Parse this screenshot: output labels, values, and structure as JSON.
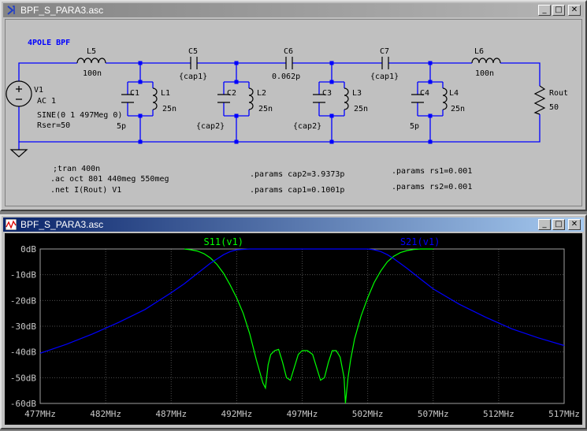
{
  "schematic_window": {
    "title": "BPF_S_PARA3.asc",
    "controls": {
      "minimize": "_",
      "maximize": "□",
      "close": "✕"
    },
    "title_label": "4POLE BPF",
    "components": {
      "L5": {
        "name": "L5",
        "value": "100n"
      },
      "C5": {
        "name": "C5",
        "value": "{cap1}"
      },
      "C6": {
        "name": "C6",
        "value": "0.062p"
      },
      "C7": {
        "name": "C7",
        "value": "{cap1}"
      },
      "L6": {
        "name": "L6",
        "value": "100n"
      },
      "C1": {
        "name": "C1",
        "value": "5p"
      },
      "L1": {
        "name": "L1",
        "value": "25n"
      },
      "C2": {
        "name": "C2",
        "value": "{cap2}"
      },
      "L2": {
        "name": "L2",
        "value": "25n"
      },
      "C3": {
        "name": "C3",
        "value": "{cap2}"
      },
      "L3": {
        "name": "L3",
        "value": "25n"
      },
      "C4": {
        "name": "C4",
        "value": "5p"
      },
      "L4": {
        "name": "L4",
        "value": "25n"
      },
      "Rout": {
        "name": "Rout",
        "value": "50"
      },
      "V1": {
        "name": "V1",
        "line1": "AC 1",
        "line2": "SINE(0 1 497Meg 0)",
        "line3": "Rser=50"
      }
    },
    "directives": {
      "tran": ";tran 400n",
      "ac": ".ac oct 801 440meg 550meg",
      "net": ".net I(Rout) V1",
      "cap2": ".params cap2=3.9373p",
      "cap1": ".params cap1=0.1001p",
      "rs1": ".params rs1=0.001",
      "rs2": ".params rs2=0.001"
    },
    "colors": {
      "wire": "#0000ff",
      "component": "#000000",
      "node": "#0000ff",
      "label": "#000000"
    }
  },
  "plot_window": {
    "title": "BPF_S_PARA3.asc",
    "controls": {
      "minimize": "_",
      "maximize": "□",
      "close": "✕"
    },
    "colors": {
      "background": "#000000",
      "grid": "#4d4d4d",
      "frame": "#a0a0a0",
      "ticklabel": "#c8c8c8",
      "s11": "#00ff00",
      "s21": "#0000ff"
    }
  },
  "chart_data": {
    "type": "line",
    "xlabel": "",
    "ylabel": "",
    "xlim": [
      477,
      517
    ],
    "ylim": [
      -60,
      0
    ],
    "x_ticks": [
      "477MHz",
      "482MHz",
      "487MHz",
      "492MHz",
      "497MHz",
      "502MHz",
      "507MHz",
      "512MHz",
      "517MHz"
    ],
    "y_ticks": [
      "0dB",
      "-10dB",
      "-20dB",
      "-30dB",
      "-40dB",
      "-50dB",
      "-60dB"
    ],
    "grid": true,
    "legend_placement": "top",
    "series": [
      {
        "name": "S11(v1)",
        "x": [
          488.0,
          488.5,
          489.0,
          489.5,
          490.0,
          490.5,
          491.0,
          491.5,
          492.0,
          492.5,
          493.0,
          493.5,
          494.0,
          494.2,
          494.4,
          494.6,
          494.9,
          495.2,
          495.5,
          495.8,
          496.1,
          496.4,
          496.7,
          497.0,
          497.4,
          497.8,
          498.1,
          498.4,
          498.7,
          499.0,
          499.3,
          499.6,
          499.9,
          500.2,
          500.3,
          500.5,
          500.7,
          501.0,
          501.5,
          502.0,
          502.5,
          503.0,
          503.5,
          504.0,
          504.5,
          505.0,
          505.5,
          506.0,
          506.5,
          507.0
        ],
        "y": [
          0,
          -0.3,
          -0.8,
          -1.8,
          -3.5,
          -6,
          -9.5,
          -14,
          -19,
          -25,
          -33,
          -43,
          -52,
          -54,
          -45,
          -41,
          -39.5,
          -39,
          -44,
          -50,
          -51,
          -46,
          -41,
          -39.5,
          -39.5,
          -41,
          -46,
          -51,
          -50,
          -44,
          -39.5,
          -39.5,
          -42,
          -50,
          -60,
          -50,
          -43,
          -35,
          -26,
          -19,
          -13,
          -8.5,
          -5,
          -2.8,
          -1.4,
          -0.6,
          -0.2,
          0,
          0,
          0
        ]
      },
      {
        "name": "S21(v1)",
        "x": [
          477,
          479,
          481,
          483,
          485,
          487,
          488,
          489,
          490,
          491,
          491.5,
          492,
          493,
          494,
          495,
          496,
          497,
          498,
          499,
          500,
          501,
          502,
          502.5,
          503,
          503.5,
          504,
          505,
          506,
          507,
          509,
          511,
          513,
          515,
          517
        ],
        "y": [
          -40.5,
          -37,
          -33,
          -28.5,
          -23.5,
          -17,
          -13.5,
          -9.5,
          -5.5,
          -2.2,
          -1,
          -0.3,
          0,
          0,
          0,
          0,
          0,
          0,
          0,
          0,
          0,
          0,
          -0.3,
          -1,
          -2.2,
          -3.8,
          -7.5,
          -11.5,
          -15.5,
          -21.5,
          -26.5,
          -31,
          -34.5,
          -37.5
        ]
      }
    ]
  }
}
